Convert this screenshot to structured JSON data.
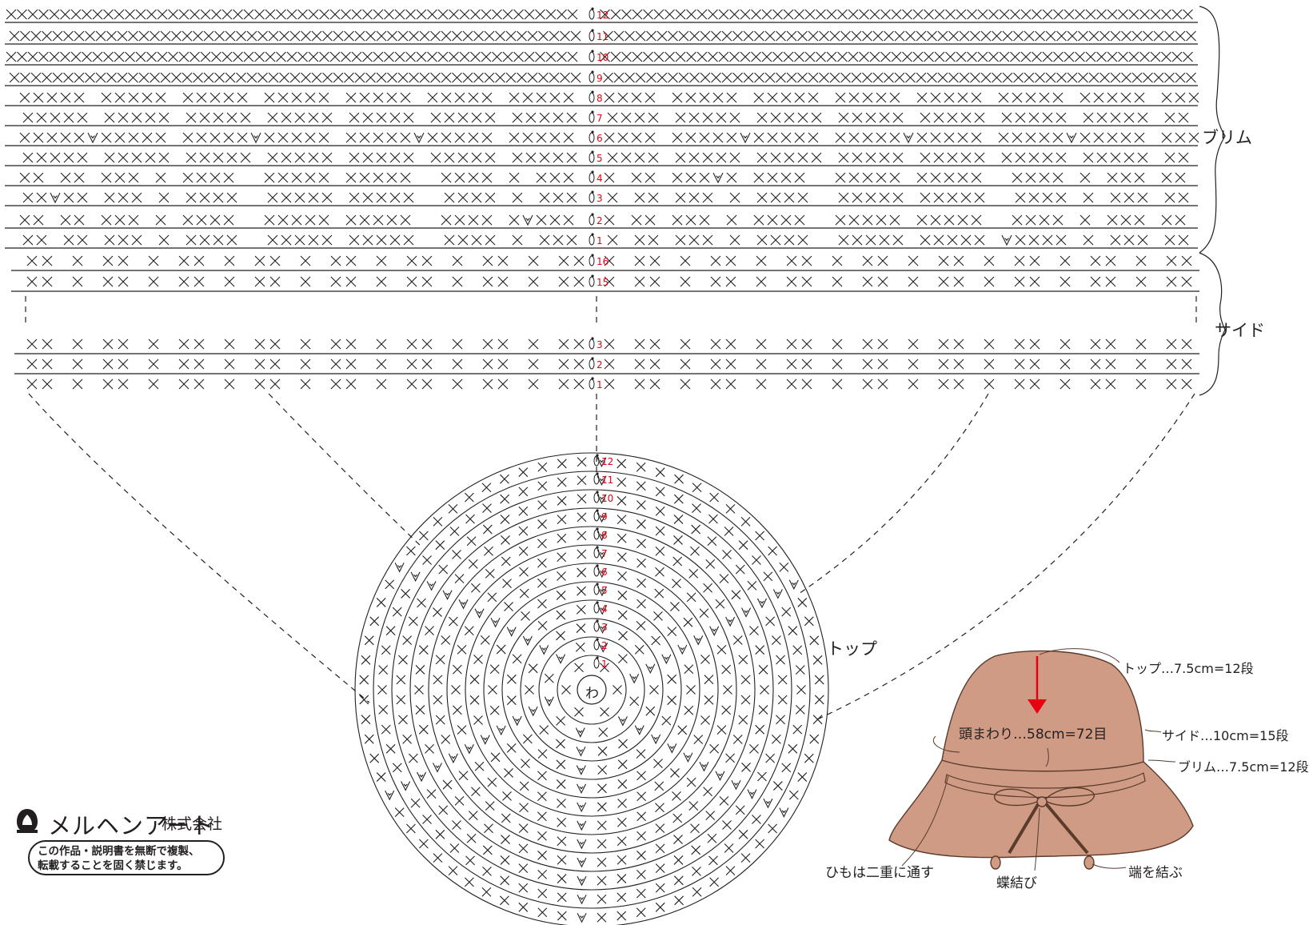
{
  "labels": {
    "brim": "ブリム",
    "side": "サイド",
    "top": "トップ",
    "center": "わ",
    "top_size": "トップ…7.5cm=12段",
    "head_size": "頭まわり…58cm=72目",
    "side_size": "サイド…10cm=15段",
    "brim_size": "ブリム…7.5cm=12段",
    "string_note": "ひもは二重に通す",
    "bow": "蝶結び",
    "tie_ends": "端を結ぶ"
  },
  "brand": {
    "company": "メルヘンアート",
    "suffix": "株式会社",
    "notice_line1": "この作品・説明書を無断で複製、",
    "notice_line2": "転載することを固く禁じます。"
  },
  "rows": {
    "brim": [
      "12",
      "11",
      "10",
      "9",
      "8",
      "7",
      "6",
      "5",
      "4",
      "3",
      "2",
      "1"
    ],
    "side_top": [
      "16",
      "15"
    ],
    "side_bottom": [
      "3",
      "2",
      "1"
    ],
    "crown": [
      "12",
      "11",
      "10",
      "9",
      "8",
      "7",
      "6",
      "5",
      "4",
      "3",
      "2",
      "1"
    ]
  },
  "colors": {
    "line": "#231f20",
    "row_number": "#e60012",
    "hat_fill": "#cf9b84",
    "hat_stroke": "#5a3b2c",
    "arrow": "#e60012"
  }
}
